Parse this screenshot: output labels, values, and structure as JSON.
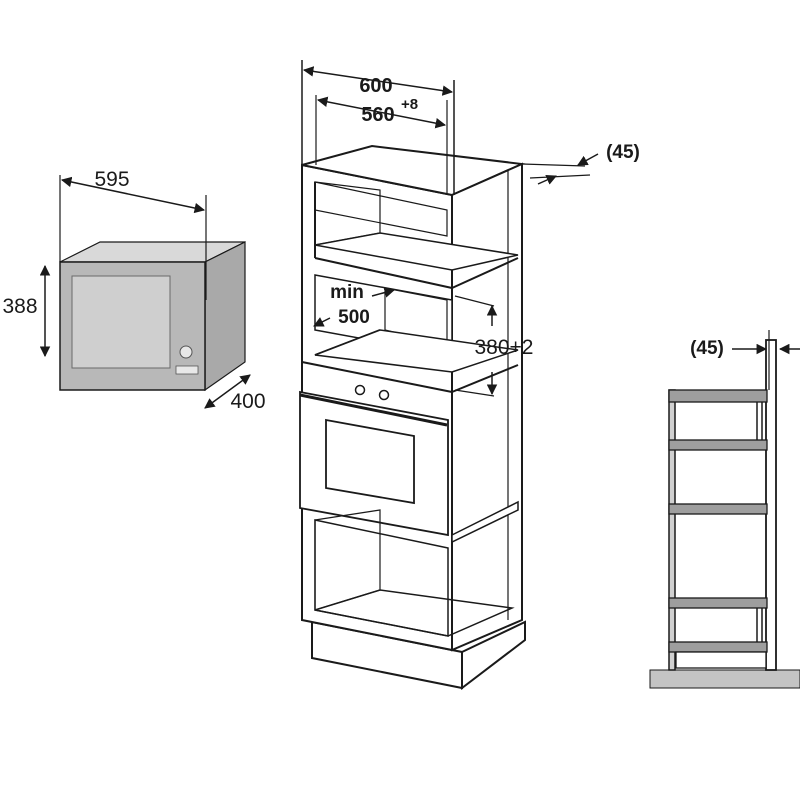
{
  "microwave": {
    "width_label": "595",
    "height_label": "388",
    "depth_label": "400"
  },
  "cabinet": {
    "outer_width_label": "600",
    "inner_width_label": "560",
    "inner_width_tolerance": "+8",
    "gap_label": "(45)",
    "min_label": "min",
    "min_value_label": "500",
    "niche_height_label": "380+2"
  },
  "side_view": {
    "gap_label": "(45)"
  },
  "colors": {
    "line": "#1a1a1a",
    "appliance_fill": "#b8b8b8",
    "appliance_dark": "#8e8e8e",
    "window_fill": "#cfcfcf",
    "cabinet_edge": "#c8c8c8",
    "floor": "#c4c4c4"
  }
}
